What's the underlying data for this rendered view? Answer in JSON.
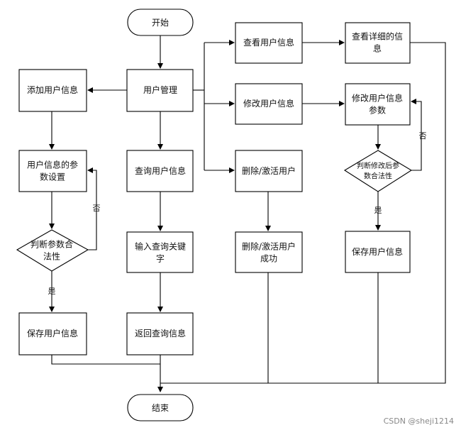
{
  "nodes": {
    "start": [
      "开始"
    ],
    "user_mgmt": [
      "用户管理"
    ],
    "add_user": [
      "添加用户信息"
    ],
    "param_setting": [
      "用户信息的参",
      "数设置"
    ],
    "check_params": [
      "判断参数合",
      "法性"
    ],
    "save_user_left": [
      "保存用户信息"
    ],
    "query_user": [
      "查询用户信息"
    ],
    "input_keyword": [
      "输入查询关键",
      "字"
    ],
    "return_query": [
      "返回查询信息"
    ],
    "view_user": [
      "查看用户信息"
    ],
    "view_detail": [
      "查看详细的信",
      "息"
    ],
    "modify_user": [
      "修改用户信息"
    ],
    "modify_params": [
      "修改用户信息",
      "参数"
    ],
    "check_modified": [
      "判断修改后参",
      "数合法性"
    ],
    "save_user_right": [
      "保存用户信息"
    ],
    "delete_activate": [
      "删除/激活用户"
    ],
    "delete_success": [
      "删除/激活用户",
      "成功"
    ],
    "end": [
      "结束"
    ]
  },
  "edge_labels": {
    "no_left": "否",
    "yes_left": "是",
    "no_right": "否",
    "yes_right": "是"
  },
  "watermark": "CSDN @sheji1214",
  "colors": {
    "box_fill": "#ffffff",
    "stroke": "#000000"
  }
}
